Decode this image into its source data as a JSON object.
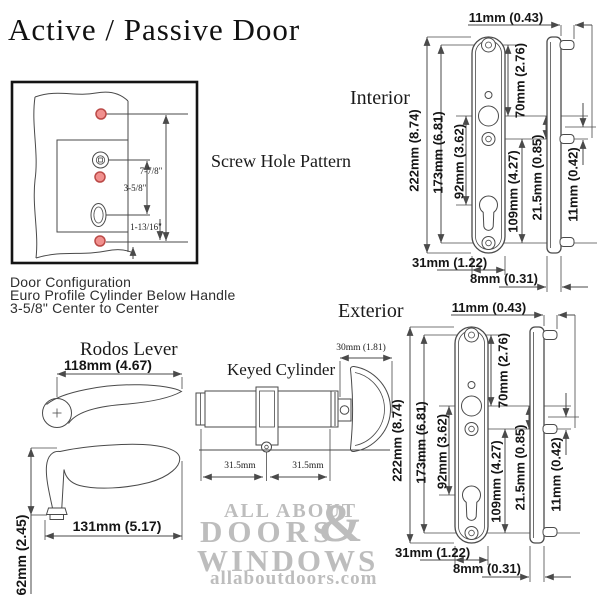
{
  "title": "Active / Passive Door",
  "screw_pattern": {
    "label": "Screw Hole Pattern",
    "dims": {
      "top_to_bottom": "7-7/8\"",
      "handle_to_cylinder": "3-5/8\"",
      "cylinder_to_bottom": "1-13/16\""
    },
    "caption": [
      "Door Configuration",
      "Euro Profile Cylinder Below Handle",
      "3-5/8\" Center to Center"
    ]
  },
  "interior": {
    "label": "Interior",
    "dims": {
      "top_offset": "11mm (0.43)",
      "height": "222mm (8.74)",
      "screw_span": "173mm (6.81)",
      "handle_to_cylinder": "92mm (3.62)",
      "top_to_handle": "70mm (2.76)",
      "cylinder_span": "109mm (4.27)",
      "handle_offset": "21.5mm (0.85)",
      "pin_offset": "11mm (0.42)",
      "width": "31mm (1.22)",
      "thickness": "8mm (0.31)"
    }
  },
  "exterior": {
    "label": "Exterior",
    "dims": {
      "top_offset": "11mm (0.43)",
      "height": "222mm (8.74)",
      "screw_span": "173mm (6.81)",
      "handle_to_cylinder": "92mm (3.62)",
      "top_to_handle": "70mm (2.76)",
      "cylinder_span": "109mm (4.27)",
      "handle_offset": "21.5mm (0.85)",
      "pin_offset": "11mm (0.42)",
      "width": "31mm (1.22)",
      "thickness": "8mm (0.31)"
    }
  },
  "lever": {
    "label": "Rodos Lever",
    "length_top_view": "118mm (4.67)",
    "length_side_view": "131mm (5.17)",
    "height": "62mm (2.45)"
  },
  "cylinder": {
    "label": "Keyed Cylinder",
    "thumbturn_width": "30mm (1.81)",
    "left_half": "31.5mm",
    "right_half": "31.5mm"
  },
  "watermark": {
    "line1": "ALL ABOUT",
    "line2": "DOORS",
    "ampersand": "&",
    "line3": "WINDOWS",
    "url": "allaboutdoors.com"
  },
  "colors": {
    "line": "#4a4a4a",
    "ink": "#1a1a1a",
    "hole-fill": "#f1908e",
    "hole-stroke": "#bb4a47",
    "watermark": "#bdbdbd",
    "background": "#ffffff"
  }
}
